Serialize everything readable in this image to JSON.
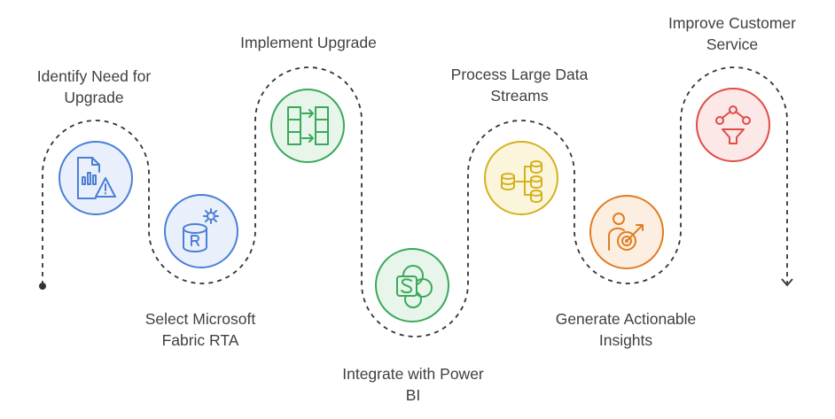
{
  "steps": [
    {
      "lines": [
        "Identify Need for",
        "Upgrade"
      ],
      "icon": "report-warning-icon",
      "color": "#4a7fd6",
      "fill": "#eaf0fb"
    },
    {
      "lines": [
        "Select Microsoft",
        "Fabric RTA"
      ],
      "icon": "database-r-icon",
      "color": "#4a7fd6",
      "fill": "#eaf0fb"
    },
    {
      "lines": [
        "Implement Upgrade"
      ],
      "icon": "transfer-columns-icon",
      "color": "#3aa95a",
      "fill": "#e7f5ea"
    },
    {
      "lines": [
        "Integrate with Power",
        "BI"
      ],
      "icon": "sharepoint-icon",
      "color": "#3aa95a",
      "fill": "#e7f5ea"
    },
    {
      "lines": [
        "Process Large Data",
        "Streams"
      ],
      "icon": "database-flow-icon",
      "color": "#d4b21d",
      "fill": "#fbf5dc"
    },
    {
      "lines": [
        "Generate Actionable",
        "Insights"
      ],
      "icon": "person-target-icon",
      "color": "#e07d1f",
      "fill": "#fcefe2"
    },
    {
      "lines": [
        "Improve Customer",
        "Service"
      ],
      "icon": "network-funnel-icon",
      "color": "#df4d49",
      "fill": "#fbe8e7"
    }
  ],
  "colors": {
    "path": "#333333",
    "text": "#404040"
  }
}
